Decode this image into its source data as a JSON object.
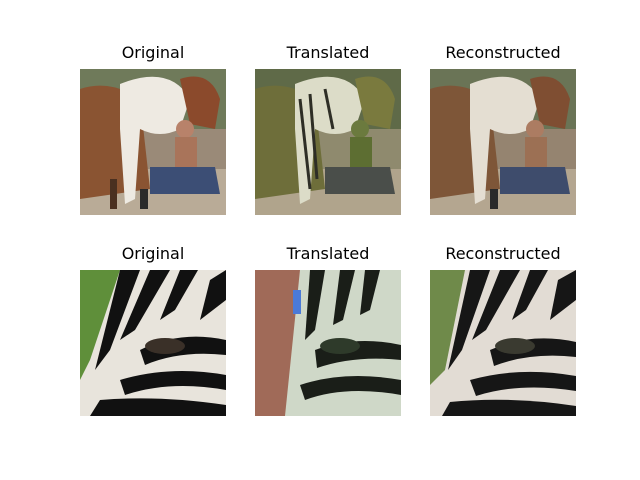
{
  "rows": [
    {
      "subject": "horse-and-man",
      "panels": [
        {
          "title": "Original",
          "variant": "original"
        },
        {
          "title": "Translated",
          "variant": "translated"
        },
        {
          "title": "Reconstructed",
          "variant": "reconstructed"
        }
      ]
    },
    {
      "subject": "zebra-closeup",
      "panels": [
        {
          "title": "Original",
          "variant": "original"
        },
        {
          "title": "Translated",
          "variant": "translated"
        },
        {
          "title": "Reconstructed",
          "variant": "reconstructed"
        }
      ]
    }
  ]
}
